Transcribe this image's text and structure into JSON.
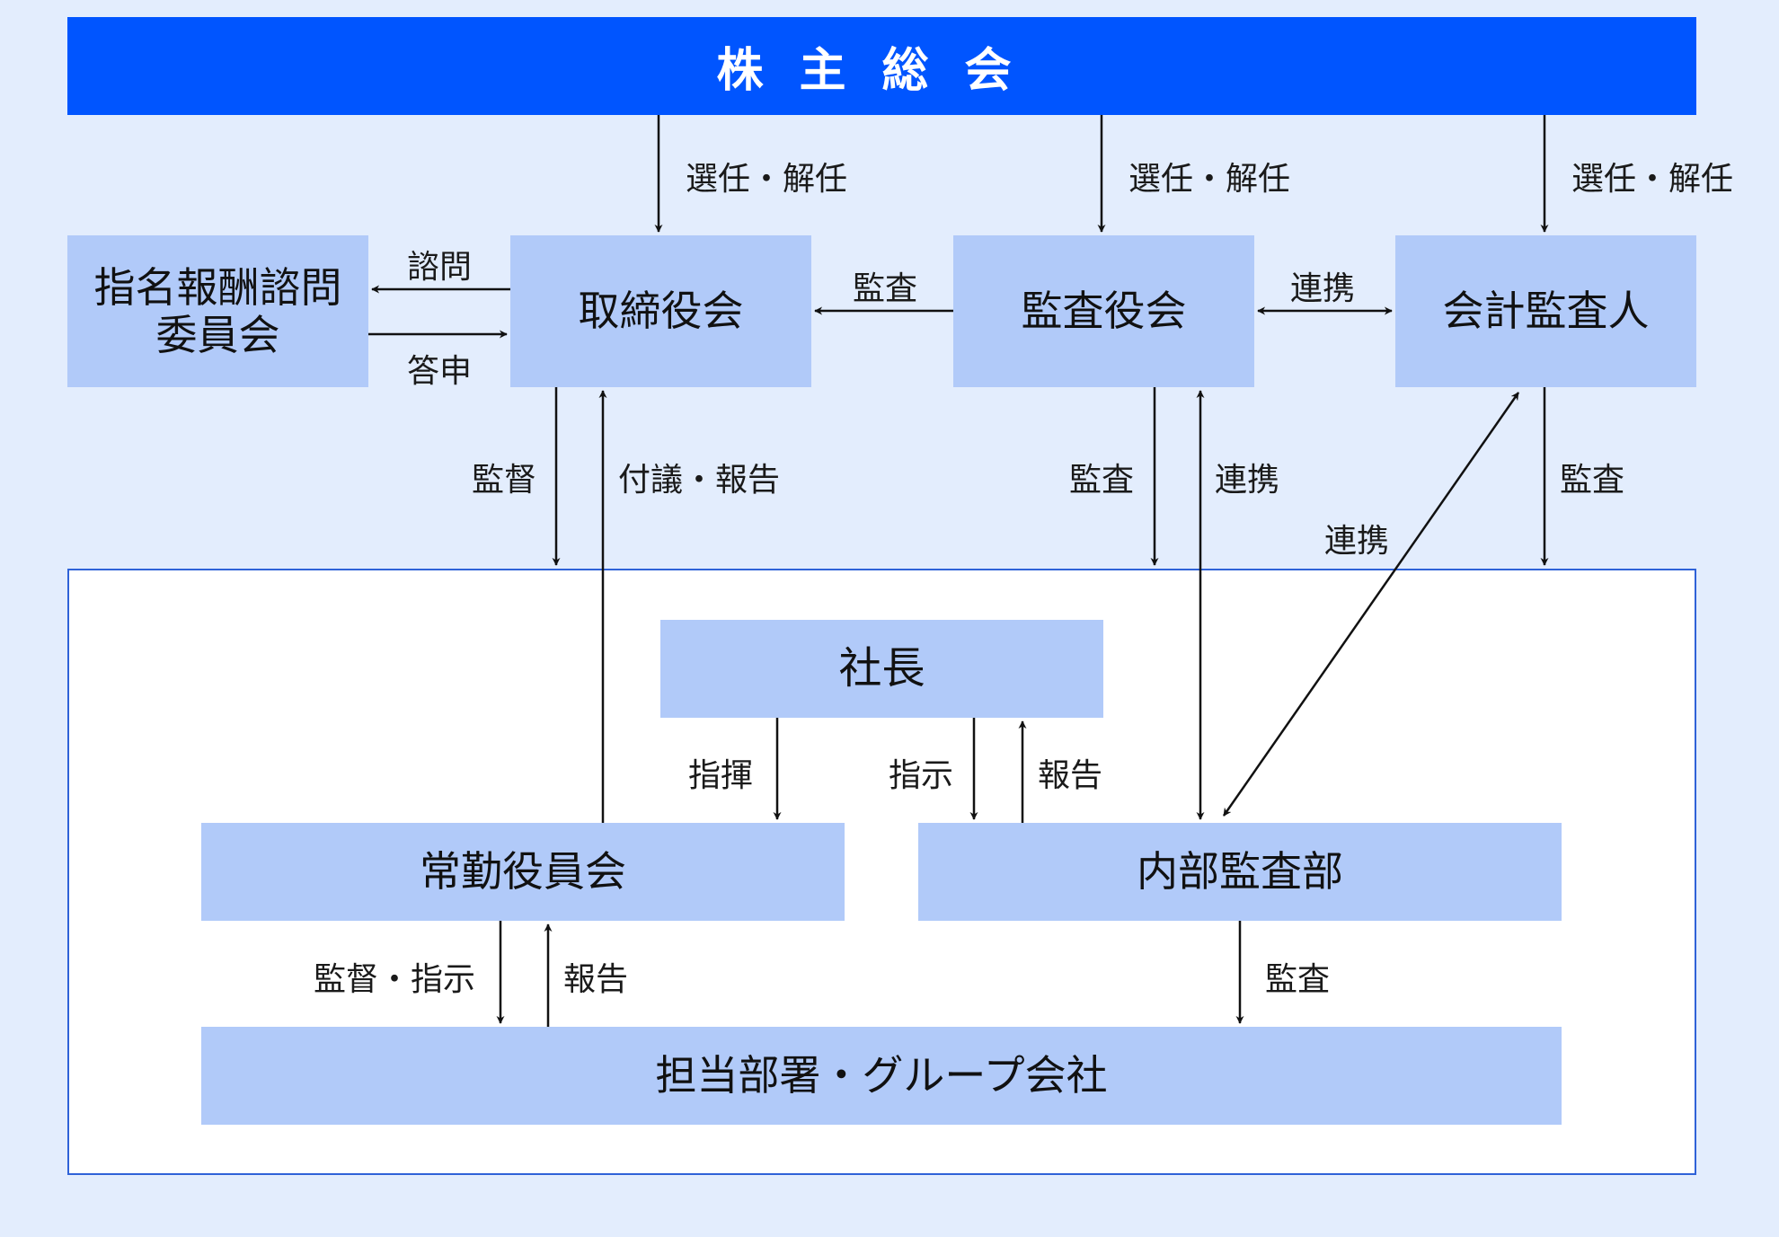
{
  "shareholders": "株主総会",
  "nodes": {
    "nomination_committee": "指名報酬諮問\n委員会",
    "board": "取締役会",
    "audit_board": "監査役会",
    "accounting_auditor": "会計監査人",
    "president": "社長",
    "executive_committee": "常勤役員会",
    "internal_audit": "内部監査部",
    "departments": "担当部署・グループ会社"
  },
  "labels": {
    "elect_1": "選任・解任",
    "elect_2": "選任・解任",
    "elect_3": "選任・解任",
    "consult": "諮問",
    "report_back": "答申",
    "audit_board_to_board": "監査",
    "audit_link": "連携",
    "supervise": "監督",
    "proposal_report": "付議・報告",
    "audit_board_audit": "監査",
    "audit_board_link": "連携",
    "accounting_link": "連携",
    "accounting_audit": "監査",
    "command": "指揮",
    "instruct": "指示",
    "report_pres": "報告",
    "supervise_instruct": "監督・指示",
    "report_exec": "報告",
    "internal_audit_label": "監査"
  },
  "colors": {
    "background": "#e3edfd",
    "top_bar": "#0055ff",
    "node": "#b1caf9",
    "frame_border": "#2f62d8",
    "arrow": "#111111"
  }
}
